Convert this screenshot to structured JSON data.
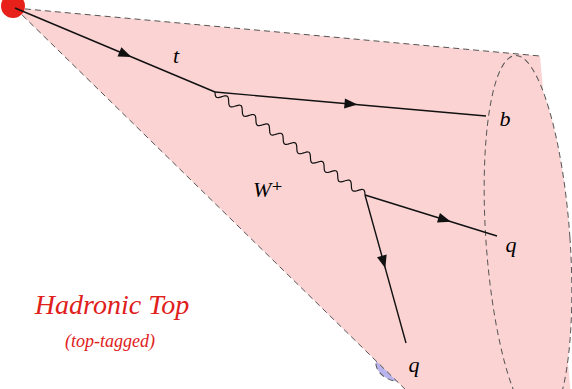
{
  "diagram": {
    "nodes": [
      {
        "text": [
          "Hadronic Top",
          "(top-tagged)"
        ]
      },
      {
        "text": [
          "b"
        ],
        "in": 0
      },
      {
        "text": [
          "q"
        ],
        "in": 0
      },
      {
        "text": [
          "q"
        ],
        "in": 0
      }
    ],
    "labels": [
      "t",
      "W⁺"
    ]
  }
}
